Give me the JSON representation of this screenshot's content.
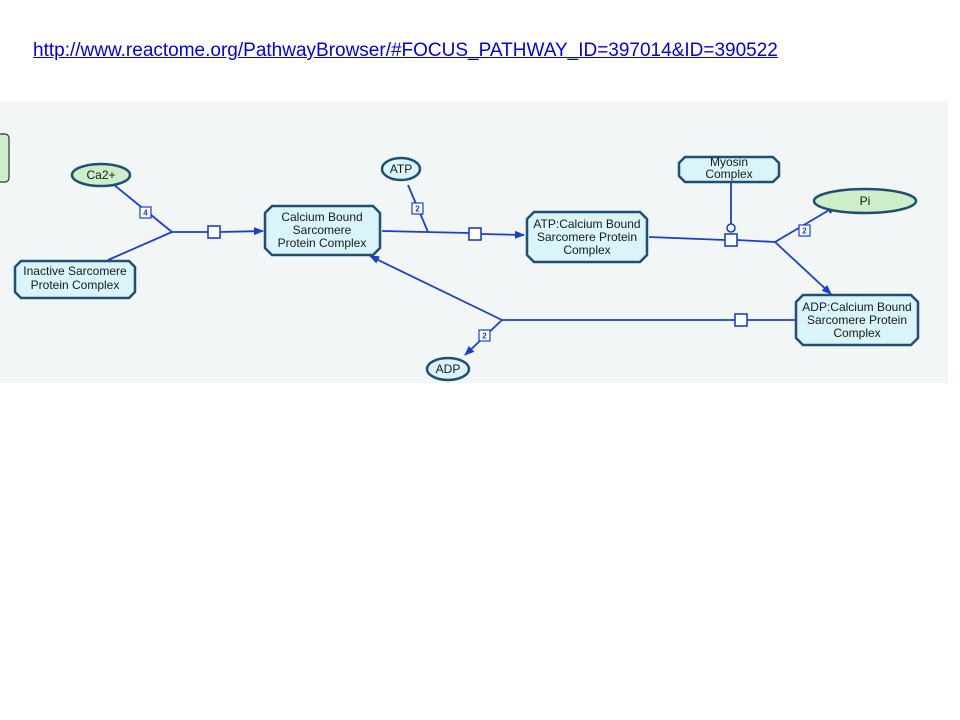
{
  "header": {
    "url_text": "http://www.reactome.org/PathwayBrowser/#FOCUS_PATHWAY_ID=397014&ID=390522"
  },
  "colors": {
    "edge": "#1a3fd0",
    "complex_fill": "#d9f4fb",
    "complex_stroke": "#1f4f73",
    "molecule_fill": "#cdeec8",
    "molecule_stroke": "#1f4f73",
    "panel_bg": "#f2f6f7"
  },
  "diagram": {
    "nodes": {
      "ca2": {
        "label": "Ca2+"
      },
      "atp": {
        "label": "ATP"
      },
      "myosin": {
        "lines": [
          "Myosin",
          "Complex"
        ]
      },
      "pi": {
        "label": "Pi"
      },
      "inactive": {
        "lines": [
          "Inactive Sarcomere",
          "Protein Complex"
        ]
      },
      "calcium_bound": {
        "lines": [
          "Calcium Bound",
          "Sarcomere",
          "Protein Complex"
        ]
      },
      "atp_calcium": {
        "lines": [
          "ATP:Calcium Bound",
          "Sarcomere Protein",
          "Complex"
        ]
      },
      "adp_calcium": {
        "lines": [
          "ADP:Calcium Bound",
          "Sarcomere Protein",
          "Complex"
        ]
      },
      "adp": {
        "label": "ADP"
      }
    },
    "stoichiometry": {
      "ca2": "4",
      "atp": "2",
      "pi": "2",
      "adp": "2"
    }
  }
}
